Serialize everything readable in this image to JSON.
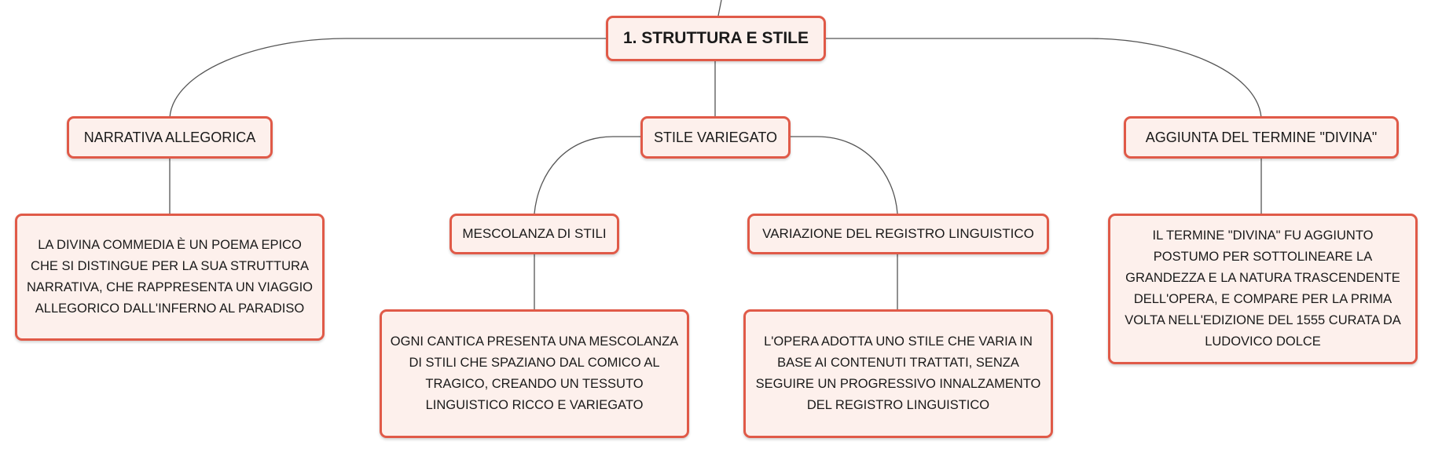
{
  "map": {
    "root": "1. STRUTTURA E STILE",
    "branches": {
      "narrativa": {
        "title": "NARRATIVA ALLEGORICA",
        "text": "LA DIVINA COMMEDIA È UN POEMA EPICO CHE SI DISTINGUE PER LA SUA STRUTTURA NARRATIVA, CHE RAPPRESENTA UN VIAGGIO ALLEGORICO DALL'INFERNO AL PARADISO"
      },
      "stile": {
        "title": "STILE VARIEGATO",
        "mescolanza": {
          "title": "MESCOLANZA DI STILI",
          "text": "OGNI CANTICA PRESENTA UNA MESCOLANZA DI STILI CHE SPAZIANO DAL COMICO AL TRAGICO, CREANDO UN TESSUTO LINGUISTICO RICCO E VARIEGATO"
        },
        "variazione": {
          "title": "VARIAZIONE DEL REGISTRO LINGUISTICO",
          "text": "L'OPERA ADOTTA UNO STILE CHE VARIA IN BASE AI CONTENUTI TRATTATI, SENZA SEGUIRE UN PROGRESSIVO INNALZAMENTO DEL REGISTRO LINGUISTICO"
        }
      },
      "divina": {
        "title": "AGGIUNTA DEL TERMINE \"DIVINA\"",
        "text": "IL TERMINE \"DIVINA\" FU AGGIUNTO POSTUMO PER SOTTOLINEARE LA GRANDEZZA E LA NATURA TRASCENDENTE DELL'OPERA, E COMPARE PER LA PRIMA VOLTA NELL'EDIZIONE DEL 1555 CURATA DA LUDOVICO DOLCE"
      }
    }
  },
  "colors": {
    "node_border": "#e05a48",
    "node_fill": "#fdf0ec",
    "connector": "#555555"
  }
}
